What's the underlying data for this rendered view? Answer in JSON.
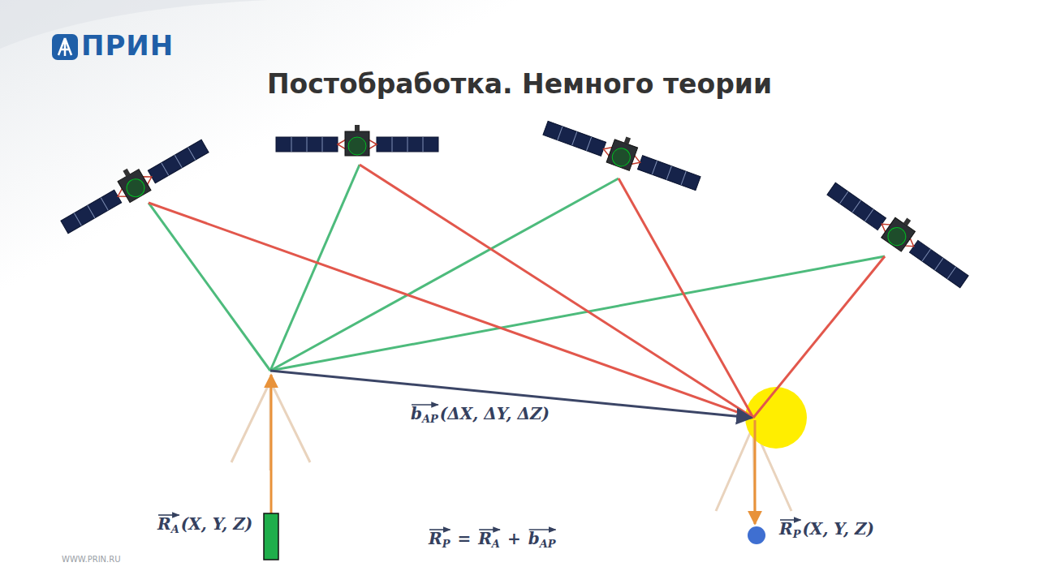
{
  "diagram": {
    "title": "Постобработка. Немного теории",
    "labels": [
      "ПРИН",
      "b",
      "AP",
      "(ΔX, ΔY, ΔZ)",
      "R",
      "A",
      "(X, Y, Z)",
      "R",
      "P",
      "=",
      "R",
      "A",
      "+",
      "b",
      "AP",
      "R",
      "P",
      "(X, Y, Z)",
      "WWW.PRIN.RU"
    ]
  }
}
